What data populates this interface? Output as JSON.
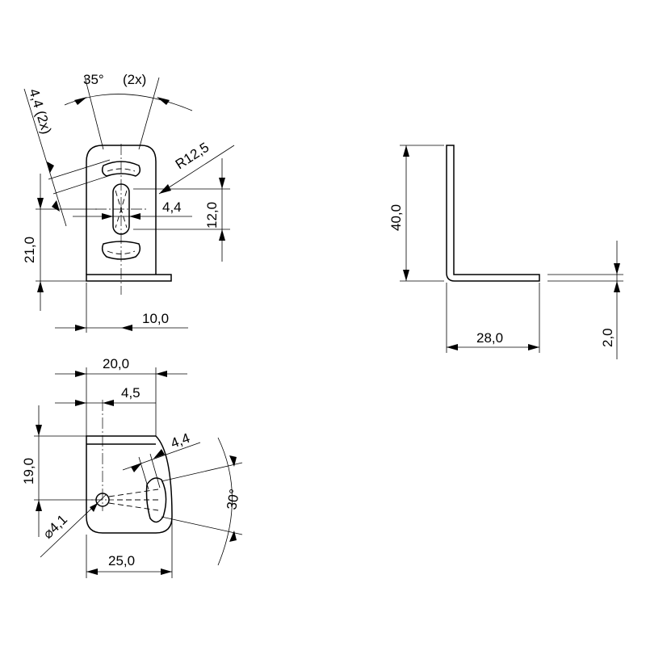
{
  "labels": {
    "angle_35": "35°",
    "count_2x_top": "(2x)",
    "slot_width_2x": "4,4  (2x)",
    "radius": "R12,5",
    "slot_width_center": "4,4",
    "slot_length": "12,0",
    "height_21": "21,0",
    "offset_10": "10,0",
    "height_40": "40,0",
    "length_28": "28,0",
    "thickness_2": "2,0",
    "width_20": "20,0",
    "offset_4_5": "4,5",
    "slot_width_bottom": "4,4",
    "height_19": "19,0",
    "angle_30": "30°",
    "hole_dia": "⌀4,1",
    "width_25": "25,0"
  }
}
